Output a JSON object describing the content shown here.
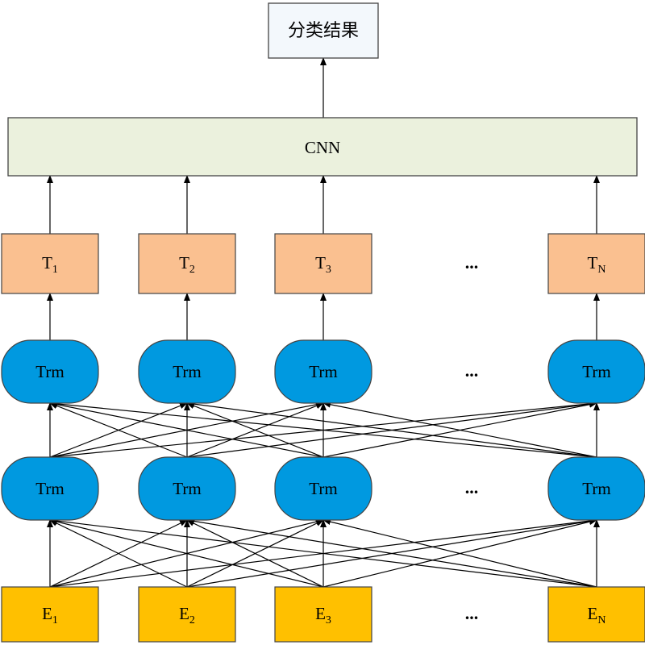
{
  "diagram": {
    "output_label": "分类结果",
    "cnn_label": "CNN",
    "ellipsis": "...",
    "t_nodes": [
      {
        "base": "T",
        "sub": "1"
      },
      {
        "base": "T",
        "sub": "2"
      },
      {
        "base": "T",
        "sub": "3"
      },
      {
        "base": "T",
        "sub": "N"
      }
    ],
    "trm_upper": [
      "Trm",
      "Trm",
      "Trm",
      "Trm"
    ],
    "trm_lower": [
      "Trm",
      "Trm",
      "Trm",
      "Trm"
    ],
    "e_nodes": [
      {
        "base": "E",
        "sub": "1"
      },
      {
        "base": "E",
        "sub": "2"
      },
      {
        "base": "E",
        "sub": "3"
      },
      {
        "base": "E",
        "sub": "N"
      }
    ],
    "colors": {
      "output_fill": "#F3F8FC",
      "cnn_fill": "#EBF1DD",
      "t_fill": "#FAC090",
      "trm_fill": "#0099E0",
      "e_fill": "#FFC000",
      "stroke": "#000000",
      "node_stroke": "#444444"
    }
  }
}
